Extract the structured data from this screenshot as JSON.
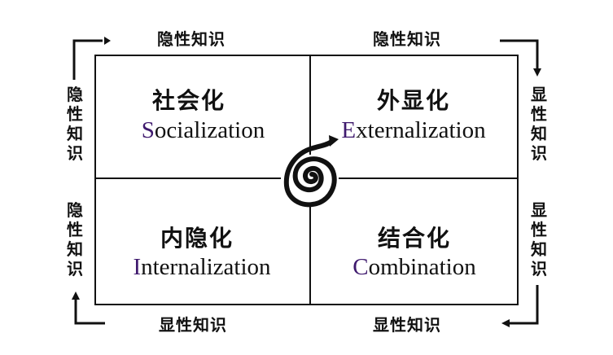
{
  "edges": {
    "top_left": "隐性知识",
    "top_right": "隐性知识",
    "bottom_left": "显性知识",
    "bottom_right": "显性知识",
    "left_upper": [
      "隐",
      "性",
      "知",
      "识"
    ],
    "left_lower": [
      "隐",
      "性",
      "知",
      "识"
    ],
    "right_upper": [
      "显",
      "性",
      "知",
      "识"
    ],
    "right_lower": [
      "显",
      "性",
      "知",
      "识"
    ]
  },
  "quadrants": {
    "socialization": {
      "title": "社会化",
      "initial": "S",
      "rest": "ocialization"
    },
    "externalization": {
      "title": "外显化",
      "initial": "E",
      "rest": "xternalization"
    },
    "internalization": {
      "title": "内隐化",
      "initial": "I",
      "rest": "nternalization"
    },
    "combination": {
      "title": "结合化",
      "initial": "C",
      "rest": "ombination"
    }
  },
  "colors": {
    "initial_accent": "#3f1a6e",
    "line": "#111111"
  },
  "icons": {
    "center": "spiral-icon"
  }
}
